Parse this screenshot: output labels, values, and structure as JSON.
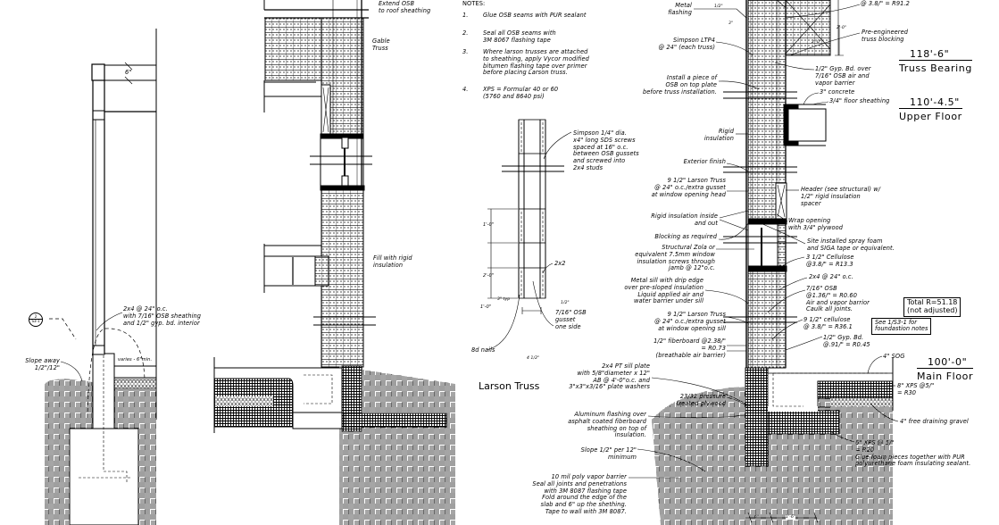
{
  "notes": {
    "heading": "NOTES:",
    "items": [
      {
        "num": "1.",
        "text": "Glue OSB seams with PUR sealant"
      },
      {
        "num": "2.",
        "text": "Seal all OSB seams with\n3M 8067 flashing tape"
      },
      {
        "num": "3.",
        "text": "Where larson trusses are attached\nto sheathing, apply Vycor modified\nbitumen flashing tape over primer\nbefore placing Larson truss."
      },
      {
        "num": "4.",
        "text": "XPS = Formular 40 or 60\n(5760 and 8640 psi)"
      }
    ]
  },
  "left_section": {
    "section_tag": {
      "number": "2",
      "sheet": "S3-1"
    },
    "dim_6in": "6\"",
    "wall_note": "2x4 @ 24\" o.c.\nwith 7/16\" OSB sheathing\nand 1/2\" gyp. bd. interior",
    "varies": "varies - 6\"min.",
    "slope_away": "Slope away\n1/2\"/12\""
  },
  "middle_section": {
    "extend_osb": "Extend OSB\nto roof sheathing",
    "gable_truss": "Gable\nTruss",
    "fill_rigid": "Fill with rigid\ninsulation"
  },
  "larson_truss": {
    "title": "Larson Truss",
    "simpson_screws": "Simpson 1/4\" dia.\nx4\" long SDS screws\nspaced at 16\" o.c.\nbetween OSB gussets\nand screwed into\n2x4 studs",
    "member_2x2": "2x2",
    "osb_gusset": "7/16\" OSB\ngusset\none side",
    "nails": "8d nails",
    "dim_1ft_top": "1'-0\"",
    "dim_2ft": "2'-0\"",
    "dim_1ft_bottom": "1'-0\"",
    "dim_3typ": "3\" typ",
    "dim_half": "1/2\"",
    "dim_width": "4 1/2\""
  },
  "main_section": {
    "callouts_left": [
      "Metal\nflashing",
      "Simpson LTP4\n@ 24\" (each truss)",
      "Install a piece of\nOSB on top plate\nbefore truss installation.",
      "Rigid\ninsulation",
      "Exterior finish",
      "9 1/2\" Larson Truss\n@ 24\" o.c./extra gusset\nat window opening head",
      "Rigid insulation inside\nand out",
      "Blocking as required",
      "Structural Zola or\nequivalent 7.5mm window\ninsulation screws through\njamb @ 12\"o.c.",
      "Metal sill with drip edge\nover pre-sloped insulation\nLiquid applied air and\nwater barrier under sill",
      "9 1/2\" Larson Truss\n@ 24\" o.c./extra gusset\nat window opening sill",
      "1/2\" fiberboard @2.38/\"\n= R0.73\n(breathable air barrier)",
      "2x4 PT sill plate\nwith 5/8\"diameter x 12\"\nAB @ 4'-0\"o.c. and\n3\"x3\"x3/16\" plate washers",
      "23/32 pressure\ntreated plywood",
      "Aluminum flashing over\nasphalt coated fiberboard\nsheathing on top of\ninsulation.",
      "Slope 1/2\" per 12\"\nminimum",
      "10 mil poly vapor barrier\nSeal all joints and penetrations\nwith 3M 8087 flashing tape\nFold around the edge of the\nslab and 6\" up the shething.\nTape to wall with 3M 8087."
    ],
    "callouts_right": [
      "@ 3.8/\" = R91.2",
      "Pre-engineered\ntruss blocking",
      "1/2\" Gyp. Bd. over\n7/16\" OSB air and\nvapor barrier",
      "3\" concrete",
      "3/4\" floor sheathing",
      "Header (see structural) w/\n1/2\" rigid insulation\nspacer",
      "Wrap opening\nwith 3/4\" plywood",
      "Site installed spray foam\nand SIGA tape or equivalent.",
      "3 1/2\" Cellulose\n@3.8/\" = R13.3",
      "2x4 @ 24\" o.c.",
      "7/16\" OSB\n@1.36/\" = R0.60\nAir and vapor barrior\nCaulk all joints.",
      "9  1/2\" cellulose\n@ 3.8/\" = R36.1",
      "1/2\" Gyp. Bd.\n@.91/\" = R0.45",
      "4\" SOG",
      "8\" XPS @5/\"\n= R30",
      "4\" free draining gravel",
      "6\" XPS @ 5/\"\n= R20\nGlue foam pieces together with PUR\npolyurethane foam insulating sealant."
    ],
    "dims": {
      "half_in": "1/2\"",
      "three_in": "3\"",
      "two_ft": "2'-0\"",
      "two_ft_b": "2'-0\"",
      "six_in": "6\"",
      "one_six": "1'-6\""
    },
    "total_r": "Total R=51.18\n(not adjusted)",
    "see_note": "See 1/S3-1 for\nfoundastion notes",
    "elevations": [
      {
        "value": "118'-6\"",
        "name": "Truss Bearing"
      },
      {
        "value": "110'-4.5\"",
        "name": "Upper Floor"
      },
      {
        "value": "100'-0\"",
        "name": "Main Floor"
      }
    ]
  }
}
